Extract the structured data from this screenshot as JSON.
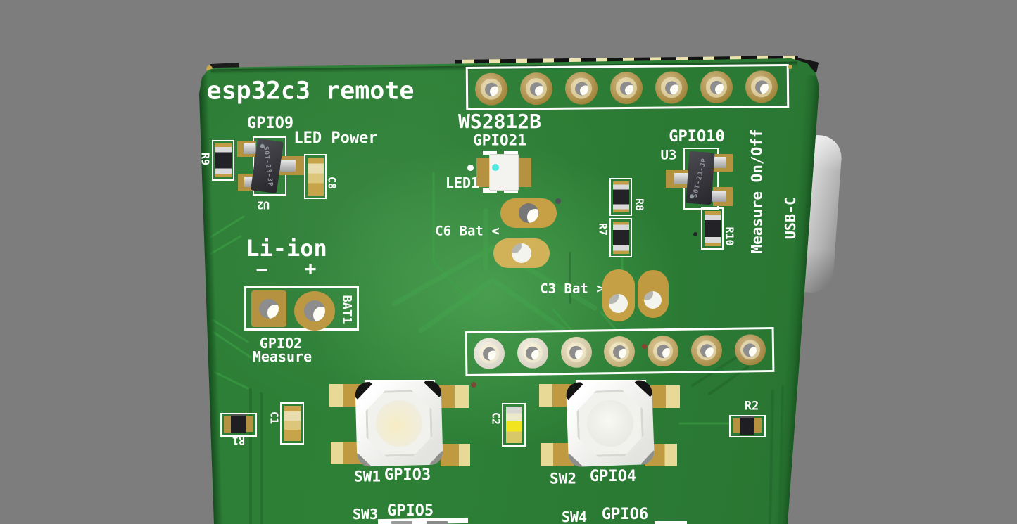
{
  "background_color": "#7d7d7d",
  "board": {
    "title": "esp32c3 remote",
    "color": "#2e8037",
    "silkscreen_color": "#ffffff"
  },
  "labels": {
    "gpio9": "GPIO9",
    "led_power": "LED Power",
    "r9": "R9",
    "u2": "U2",
    "u2_marking": "SOT-23-3P",
    "c8": "C8",
    "ws2812b": "WS2812B",
    "gpio21": "GPIO21",
    "led1": "LED1",
    "c6_bat": "C6 Bat <",
    "c3_bat": "C3 Bat >",
    "gpio10": "GPIO10",
    "u3": "U3",
    "u3_marking": "SOT-23-3P",
    "r8": "R8",
    "r7": "R7",
    "r10": "R10",
    "measure_on_off": "Measure On/Off",
    "usb_c": "USB-C",
    "li_ion": "Li-ion",
    "bat_minus": "−",
    "bat_plus": "+",
    "bat1": "BAT1",
    "gpio2": "GPIO2",
    "measure": "Measure",
    "c1": "C1",
    "r1": "R1",
    "sw1": "SW1",
    "gpio3": "GPIO3",
    "c2": "C2",
    "r2": "R2",
    "sw2": "SW2",
    "gpio4": "GPIO4",
    "sw3": "SW3",
    "gpio5": "GPIO5",
    "sw4": "SW4",
    "gpio6": "GPIO6"
  },
  "headers": {
    "top": {
      "count": 7,
      "ring_color": "#b2903c"
    },
    "middle": {
      "count": 7,
      "ring_colors": [
        "#f0ebdc",
        "#eee8d4",
        "#e2d5ac",
        "#d6c081",
        "#c7a85c",
        "#bb9a4b",
        "#b29043"
      ]
    }
  },
  "colors": {
    "pad_gold": "#b5923f",
    "pad_gold_bright": "#d8bc6a",
    "led_dot_cyan": "#52e8e0",
    "cap_yellow": "#f2e41f",
    "usb_silver": "#cfcfcf",
    "chip_body": "#2c2c30"
  }
}
